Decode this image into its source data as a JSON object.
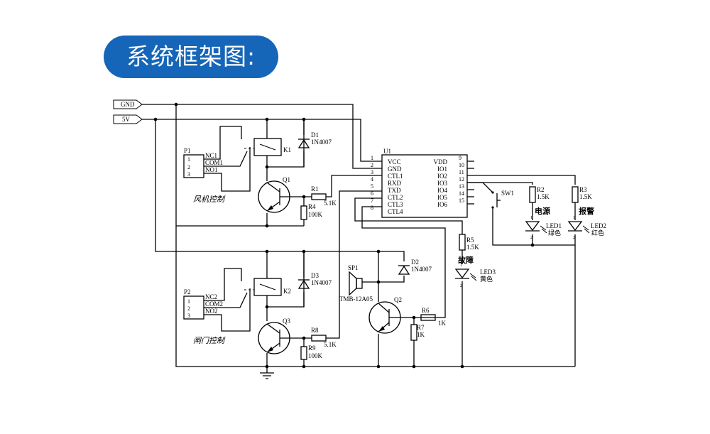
{
  "title": "系统框架图:",
  "colors": {
    "accent": "#1565b8",
    "line": "#000000",
    "background": "#ffffff"
  },
  "nets": {
    "gnd": "GND",
    "vcc": "5V"
  },
  "u1": {
    "ref": "U1",
    "left_pins": [
      {
        "num": "1",
        "name": "VCC"
      },
      {
        "num": "2",
        "name": "GND"
      },
      {
        "num": "3",
        "name": "CTL1"
      },
      {
        "num": "4",
        "name": "RXD"
      },
      {
        "num": "5",
        "name": "TXD"
      },
      {
        "num": "6",
        "name": "CTL2"
      },
      {
        "num": "7",
        "name": "CTL3"
      },
      {
        "num": "8",
        "name": "CTL4"
      }
    ],
    "right_pins": [
      {
        "num": "9",
        "name": "VDD"
      },
      {
        "num": "10",
        "name": "IO1"
      },
      {
        "num": "11",
        "name": "IO2"
      },
      {
        "num": "12",
        "name": "IO3"
      },
      {
        "num": "13",
        "name": "IO4"
      },
      {
        "num": "14",
        "name": "IO5"
      },
      {
        "num": "15",
        "name": "IO6"
      }
    ]
  },
  "p1": {
    "ref": "P1",
    "pins": [
      "1",
      "2",
      "3"
    ],
    "nets": [
      "NC1",
      "COM1",
      "NO1"
    ],
    "caption": "风机控制"
  },
  "p2": {
    "ref": "P2",
    "pins": [
      "1",
      "2",
      "3"
    ],
    "nets": [
      "NC2",
      "COM2",
      "NO2"
    ],
    "caption": "闸门控制"
  },
  "relays": {
    "k1": "K1",
    "k2": "K2"
  },
  "diodes": {
    "d1": {
      "ref": "D1",
      "value": "1N4007"
    },
    "d2": {
      "ref": "D2",
      "value": "1N4007"
    },
    "d3": {
      "ref": "D3",
      "value": "1N4007"
    }
  },
  "transistors": {
    "q1": "Q1",
    "q2": "Q2",
    "q3": "Q3"
  },
  "resistors": {
    "r1": {
      "ref": "R1",
      "value": "5.1K"
    },
    "r2": {
      "ref": "R2",
      "value": "1.5K"
    },
    "r3": {
      "ref": "R3",
      "value": "1.5K"
    },
    "r4": {
      "ref": "R4",
      "value": "100K"
    },
    "r5": {
      "ref": "R5",
      "value": "1.5K"
    },
    "r6": {
      "ref": "R6",
      "value": "1K"
    },
    "r7": {
      "ref": "R7",
      "value": "1K"
    },
    "r8": {
      "ref": "R8",
      "value": "5.1K"
    },
    "r9": {
      "ref": "R9",
      "value": "100K"
    }
  },
  "leds": {
    "led1": {
      "ref": "LED1",
      "color": "绿色",
      "label": "电源",
      "pin1": "1",
      "pin2": "2"
    },
    "led2": {
      "ref": "LED2",
      "color": "红色",
      "label": "报警",
      "pin1": "1",
      "pin2": "2"
    },
    "led3": {
      "ref": "LED3",
      "color": "黄色",
      "label": "故障",
      "pin1": "1",
      "pin2": "2"
    }
  },
  "switch": {
    "ref": "SW1"
  },
  "speaker": {
    "ref": "SP1",
    "value": "TMB-12A05"
  }
}
